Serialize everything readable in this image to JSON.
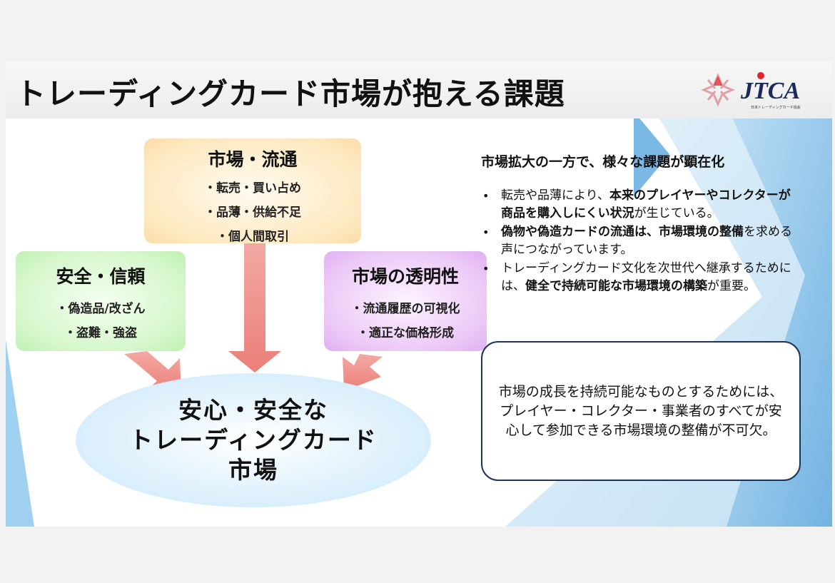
{
  "slide": {
    "title": "トレーディングカード市場が抱える課題",
    "logo_text": "JTCA",
    "logo_subtitle": "日本トレーディングカード協会"
  },
  "cards": {
    "market": {
      "title": "市場・流通",
      "items": [
        "・転売・買い占め",
        "・品薄・供給不足",
        "・個人間取引"
      ]
    },
    "safety": {
      "title": "安全・信頼",
      "items": [
        "・偽造品/改ざん",
        "・盗難・強盗"
      ]
    },
    "transparency": {
      "title": "市場の透明性",
      "items": [
        "・流通履歴の可視化",
        "・適正な価格形成"
      ]
    }
  },
  "center": {
    "lines": [
      "安心・安全な",
      "トレーディングカード",
      "市場"
    ]
  },
  "right": {
    "heading": "市場拡大の一方で、様々な課題が顕在化",
    "bullets": [
      {
        "pre": "転売や品薄により、",
        "bold": "本来のプレイヤーやコレクターが商品を購入しにくい状況",
        "post": "が生じている。"
      },
      {
        "pre": "",
        "bold": "偽物や偽造カードの流通は、市場環境の整備",
        "post": "を求める声につながっています。"
      },
      {
        "pre": "トレーディングカード文化を次世代へ継承するためには、",
        "bold": "健全で持続可能な市場環境の構築",
        "post": "が重要。"
      }
    ],
    "box_text": "市場の成長を持続可能なものとするためには、プレイヤー・コレクター・事業者のすべてが安心して参加できる市場環境の整備が不可欠。"
  },
  "colors": {
    "arrow": "#ee8a84",
    "box_border": "#1f3255",
    "accent_blue": "#2f8fd0",
    "logo_red": "#e0242c"
  }
}
